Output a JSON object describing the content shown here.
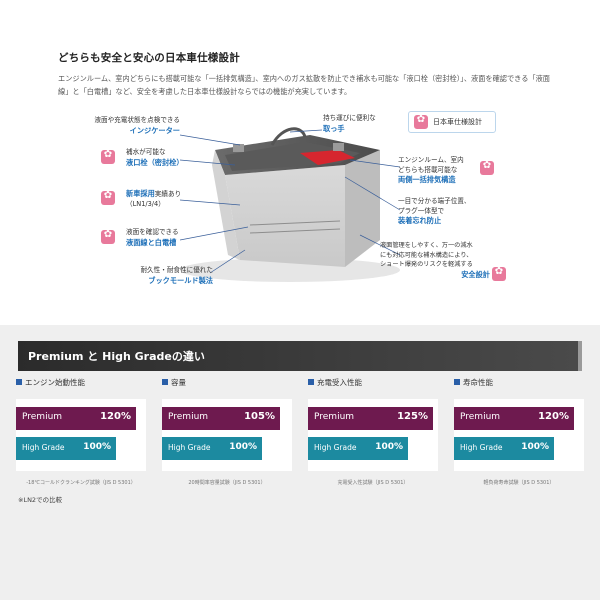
{
  "header": {
    "title": "どちらも安全と安心の日本車仕様設計",
    "intro": "エンジンルーム、室内どちらにも搭載可能な「一括排気構造」、室内へのガス拡散を防止でき補水も可能な「液口栓（密封栓）」、液面を確認できる「液面線」と「白電槽」など、安全を考慮した日本車仕様設計ならではの機能が充実しています。"
  },
  "legend": {
    "label": "日本車仕様設計"
  },
  "callouts": {
    "indicator": {
      "text": "液面や充電状態を点検できる",
      "hl": "インジケーター"
    },
    "plug": {
      "text": "補水が可能な",
      "hl": "液口栓（密封栓）"
    },
    "new_adopt": {
      "hl": "新車採用",
      "text": "実績あり",
      "sub": "（LN1/3/4）"
    },
    "level_line": {
      "text": "液面を確認できる",
      "hl": "液面線と白電槽"
    },
    "mold": {
      "text": "耐久性・耐食性に優れた",
      "hl": "ブックモールド製法"
    },
    "handle": {
      "text": "持ち運びに便利な",
      "hl": "取っ手"
    },
    "exhaust": {
      "text1": "エンジンルーム、室内",
      "text2": "どちらも搭載可能な",
      "hl": "両側一括排気構造"
    },
    "terminal": {
      "text1": "一目で分かる端子位置、",
      "text2": "プラグ一体型で",
      "hl": "装着忘れ防止"
    },
    "safety": {
      "text1": "液面管理をしやすく、万一の減水",
      "text2": "にも対応可能な補水構造により、",
      "text3": "ショート爆発のリスクを軽減する",
      "hl": "安全設計"
    }
  },
  "comparison": {
    "title": "Premium と High Gradeの違い",
    "cards": [
      {
        "heading": "エンジン始動性能",
        "premium_label": "Premium",
        "premium_value": "120%",
        "hg_label": "High Grade",
        "hg_value": "100%",
        "footnote": "-18℃コールドクランキング試験（JIS D 5301）"
      },
      {
        "heading": "容量",
        "premium_label": "Premium",
        "premium_value": "105%",
        "hg_label": "High Grade",
        "hg_value": "100%",
        "footnote": "20時間率容量試験（JIS D 5301）"
      },
      {
        "heading": "充電受入性能",
        "premium_label": "Premium",
        "premium_value": "125%",
        "hg_label": "High Grade",
        "hg_value": "100%",
        "footnote": "充電受入性試験（JIS D 5301）"
      },
      {
        "heading": "寿命性能",
        "premium_label": "Premium",
        "premium_value": "120%",
        "hg_label": "High Grade",
        "hg_value": "100%",
        "footnote": "軽負荷寿命試験（JIS D 5301）"
      }
    ],
    "note": "※LN2での比較"
  },
  "colors": {
    "accent_blue": "#1d6fb8",
    "premium": "#6e1a4f",
    "high_grade": "#1c8aa0",
    "badge_pink": "#e8799b"
  }
}
